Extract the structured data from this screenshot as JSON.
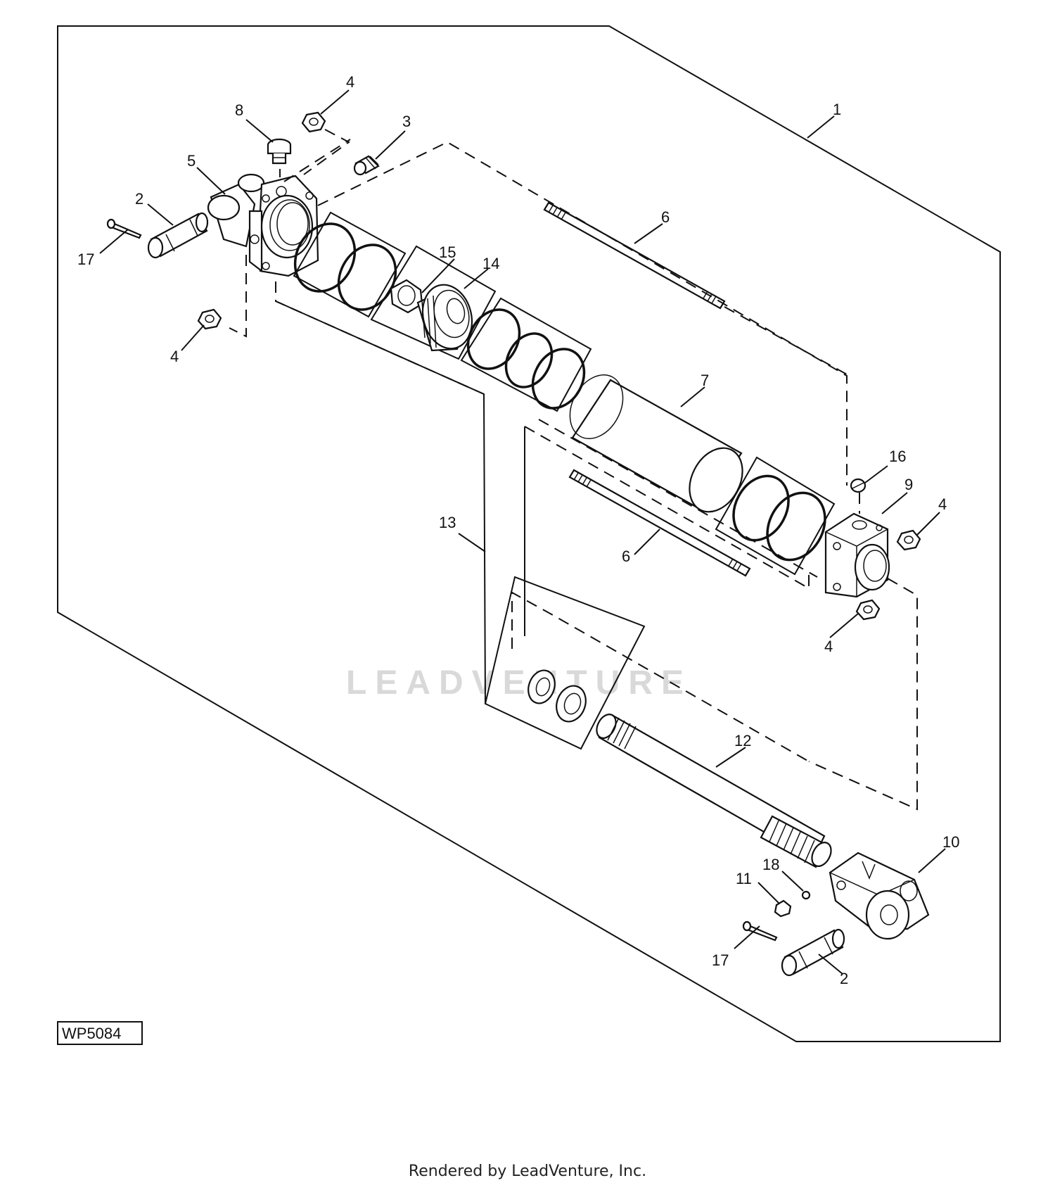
{
  "figure_id": "WP5084",
  "footer": "Rendered by LeadVenture, Inc.",
  "watermark": "LEADVENTURE",
  "callouts": {
    "c1": "1",
    "c2a": "2",
    "c2b": "2",
    "c3": "3",
    "c4a": "4",
    "c4b": "4",
    "c4c": "4",
    "c4d": "4",
    "c5": "5",
    "c6a": "6",
    "c6b": "6",
    "c7": "7",
    "c8": "8",
    "c9": "9",
    "c10": "10",
    "c11": "11",
    "c12": "12",
    "c13": "13",
    "c14": "14",
    "c15": "15",
    "c16": "16",
    "c17a": "17",
    "c17b": "17",
    "c18": "18"
  }
}
